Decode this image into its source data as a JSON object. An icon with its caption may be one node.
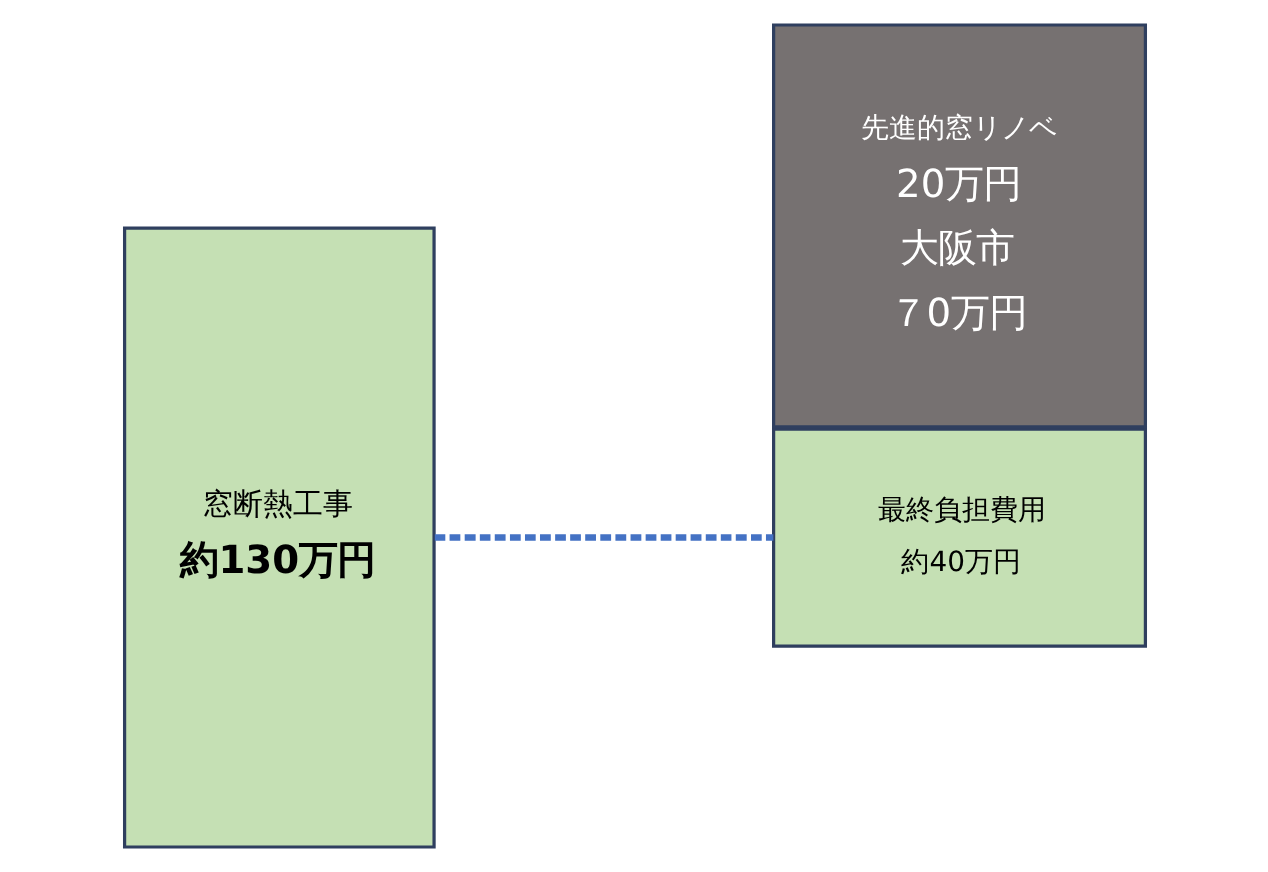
{
  "diagram": {
    "nodes": [
      {
        "text": [
          "窓断熱工事",
          "約130万円"
        ]
      },
      {
        "text": [
          "先進的窓リノベ",
          "20万円",
          "大阪市",
          "７0万円"
        ]
      },
      {
        "text": [
          "最終負担費用",
          "約40万円"
        ]
      }
    ],
    "edges": [
      {
        "from": 0,
        "to": 2,
        "arrow": "none",
        "style": "dashed",
        "color": "#4472c4"
      }
    ]
  }
}
